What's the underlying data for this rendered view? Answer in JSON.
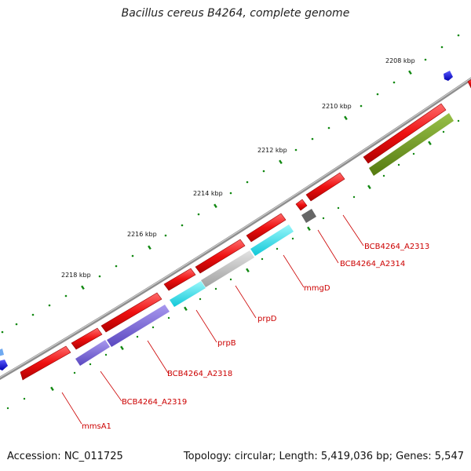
{
  "title": "Bacillus cereus B4264, complete genome",
  "ruler_labels": [
    "2208 kbp",
    "2210 kbp",
    "2212 kbp",
    "2214 kbp",
    "2216 kbp",
    "2218 kbp"
  ],
  "gene_labels": [
    "BCB4264_A2313",
    "BCB4264_A2314",
    "mmgD",
    "prpD",
    "prpB",
    "BCB4264_A2318",
    "BCB4264_A2319",
    "mmsA1"
  ],
  "footer": {
    "accession": "Accession: NC_011725",
    "summary": "Topology: circular; Length: 5,419,036 bp; Genes: 5,547"
  },
  "colors": {
    "forward_gene": "#ee1111",
    "reverse_gene_blue": "#1515dd",
    "backbone": "#8a8a8a",
    "tick": "#118811",
    "label": "#cc0000",
    "cog_cyan": "#22e8f0",
    "cog_purple": "#7a66d6",
    "cog_gray": "#b8b8b8",
    "cog_olive": "#6e9a1e",
    "cog_darkgray": "#666666"
  }
}
